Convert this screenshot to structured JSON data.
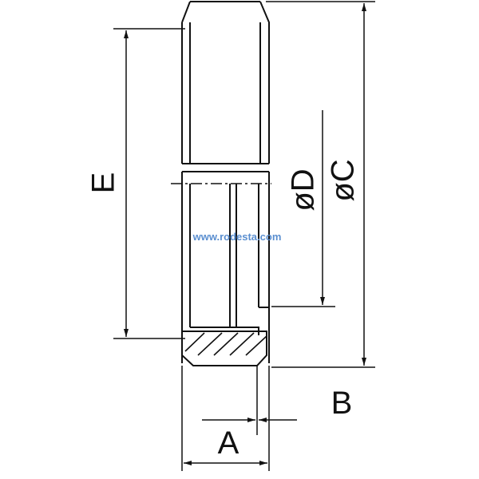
{
  "drawing": {
    "labels": {
      "e": "E",
      "d": "øD",
      "c": "øC",
      "a": "A",
      "b": "B"
    },
    "watermark": "www.rodesta.com",
    "colors": {
      "line": "#111111",
      "watermark": "#5b8fd0",
      "background": "#ffffff"
    }
  }
}
